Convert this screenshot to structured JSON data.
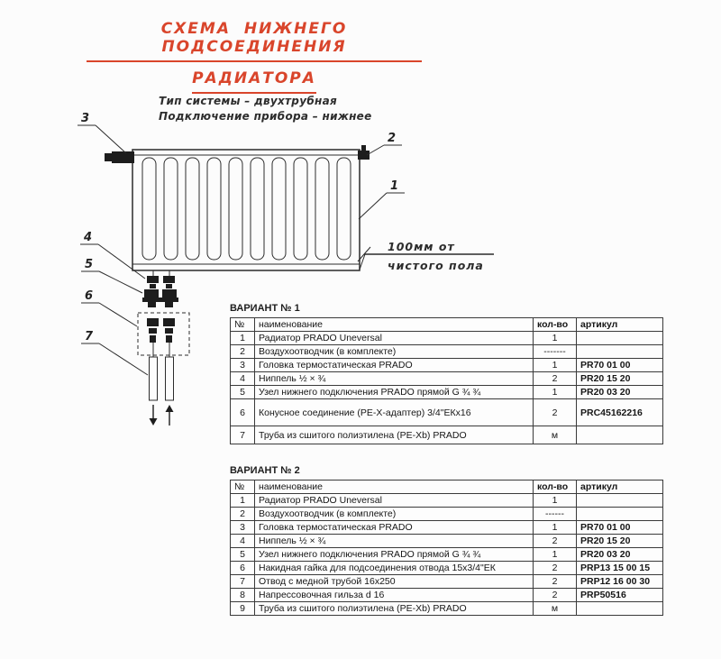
{
  "colors": {
    "accent": "#d9452b"
  },
  "title": {
    "line1": "СХЕМА НИЖНЕГО ПОДСОЕДИНЕНИЯ",
    "line2": "РАДИАТОРА"
  },
  "diagram": {
    "note_line1": "Тип системы – двухтрубная",
    "note_line2": "Подключение прибора – нижнее",
    "floor_note_line1": "100мм от",
    "floor_note_line2": "чистого пола",
    "callouts": [
      "1",
      "2",
      "3",
      "4",
      "5",
      "6",
      "7"
    ]
  },
  "tables": [
    {
      "title": "ВАРИАНТ № 1",
      "headers": {
        "num": "№",
        "name": "наименование",
        "qty": "кол-во",
        "article": "артикул"
      },
      "rows": [
        {
          "num": "1",
          "name": "Радиатор PRADO Uneversal",
          "qty": "1",
          "article": ""
        },
        {
          "num": "2",
          "name": "Воздухоотводчик (в комплекте)",
          "qty": "-------",
          "article": ""
        },
        {
          "num": "3",
          "name": "Головка термостатическая PRADO",
          "qty": "1",
          "article": "PR70 01 00"
        },
        {
          "num": "4",
          "name": "Ниппель ½ × ¾",
          "qty": "2",
          "article": "PR20 15 20"
        },
        {
          "num": "5",
          "name": "Узел нижнего подключения PRADO прямой G ¾ ¾",
          "qty": "1",
          "article": "PR20 03 20"
        },
        {
          "num": "6",
          "name": "Конусное соединение (PE-X-адаптер) 3/4\"ЕКх16",
          "qty": "2",
          "article": "PRC45162216"
        },
        {
          "num": "7",
          "name": "Труба из сшитого полиэтилена (PE-Xb) PRADO",
          "qty": "м",
          "article": ""
        }
      ]
    },
    {
      "title": "ВАРИАНТ № 2",
      "headers": {
        "num": "№",
        "name": "наименование",
        "qty": "кол-во",
        "article": "артикул"
      },
      "rows": [
        {
          "num": "1",
          "name": "Радиатор PRADO Uneversal",
          "qty": "1",
          "article": ""
        },
        {
          "num": "2",
          "name": "Воздухоотводчик (в комплекте)",
          "qty": "------",
          "article": ""
        },
        {
          "num": "3",
          "name": "Головка термостатическая PRADO",
          "qty": "1",
          "article": "PR70 01 00"
        },
        {
          "num": "4",
          "name": "Ниппель ½ × ¾",
          "qty": "2",
          "article": "PR20 15 20"
        },
        {
          "num": "5",
          "name": "Узел нижнего подключения PRADO прямой G ¾ ¾",
          "qty": "1",
          "article": "PR20 03 20"
        },
        {
          "num": "6",
          "name": "Накидная гайка для подсоединения отвода 15х3/4\"ЕК",
          "qty": "2",
          "article": "PRP13 15 00 15"
        },
        {
          "num": "7",
          "name": "Отвод с медной трубой 16х250",
          "qty": "2",
          "article": "PRP12 16 00 30"
        },
        {
          "num": "8",
          "name": "Напрессовочная гильза d 16",
          "qty": "2",
          "article": "PRP50516"
        },
        {
          "num": "9",
          "name": "Труба из сшитого полиэтилена (PE-Xb) PRADO",
          "qty": "м",
          "article": ""
        }
      ]
    }
  ]
}
